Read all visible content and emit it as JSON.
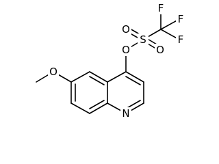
{
  "molecule": {
    "atoms": [
      {
        "id": "C1",
        "label": ""
      },
      {
        "id": "C2",
        "label": ""
      },
      {
        "id": "C3",
        "label": ""
      },
      {
        "id": "C4",
        "label": ""
      },
      {
        "id": "C5",
        "label": ""
      },
      {
        "id": "C6",
        "label": ""
      },
      {
        "id": "C7",
        "label": ""
      },
      {
        "id": "C8",
        "label": ""
      },
      {
        "id": "C9",
        "label": ""
      },
      {
        "id": "N1",
        "label": "N"
      },
      {
        "id": "O_ether",
        "label": "O"
      },
      {
        "id": "C_methyl",
        "label": ""
      },
      {
        "id": "O_link",
        "label": "O"
      },
      {
        "id": "S1",
        "label": "S"
      },
      {
        "id": "O_s1",
        "label": "O"
      },
      {
        "id": "O_s2",
        "label": "O"
      },
      {
        "id": "C_cf3",
        "label": ""
      },
      {
        "id": "F1",
        "label": "F"
      },
      {
        "id": "F2",
        "label": "F"
      },
      {
        "id": "F3",
        "label": "F"
      }
    ]
  }
}
